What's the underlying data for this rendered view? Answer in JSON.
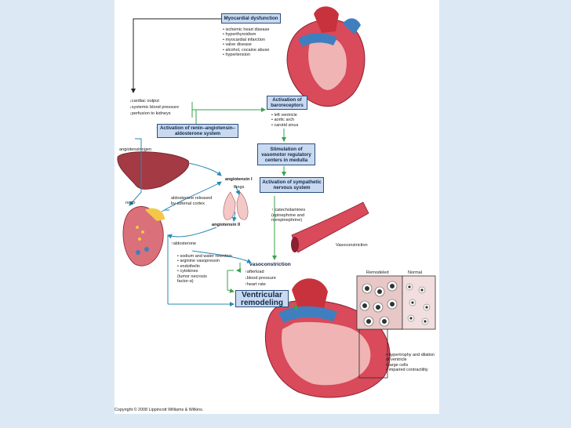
{
  "diagram": {
    "boxes": {
      "myocardial": "Myocardial dysfunction",
      "baroreceptors": "Activation of baroreceptors",
      "raas": "Activation of renin–angiotensin–aldosterone system",
      "vasomotor": "Stimulation of vasomotor regulatory centers in medulla",
      "sympathetic": "Activation of sympathetic nervous system",
      "remodeling": "Ventricular remodeling"
    },
    "causes": [
      "ischemic heart disease",
      "hyperthyroidism",
      "myocardial infarction",
      "valve disease",
      "alcohol, cocaine abuse",
      "hypertension"
    ],
    "effects": [
      "↓cardiac output",
      "↓systemic blood pressure",
      "↓perfusion to kidneys"
    ],
    "baro_sites": [
      "left ventricle",
      "aortic arch",
      "carotid sinus"
    ],
    "labels": {
      "angiotensinogen": "angiotensinogen",
      "angiotensin1": "angiotensin I",
      "lungs": "lungs",
      "aldosterone_released": "aldosterone released\nby adrenal cortex",
      "renin": "renin",
      "angiotensin2": "angiotensin II",
      "aldosterone": "↑aldosterone",
      "catecholamines": "↑ catecholamines\n(epinephrine and\nnorepinephrine)",
      "vasoconstriction_vessel": "Vasoconstriction",
      "vasoconstriction": "vasoconstriction",
      "remodeled": "Remodeled",
      "normal": "Normal"
    },
    "mediators": [
      "sodium and water retention",
      "arginine vasopressin",
      "endothelin",
      "cytokines\n(tumor necrosis\nfactor-α)"
    ],
    "vaso_effects": [
      "↑afterload",
      "↓blood pressure",
      "↑heart rate"
    ],
    "remodel_features": [
      "hypertrophy and dilation of ventricle",
      "large cells",
      "impaired contractility"
    ],
    "copyright": "Copyright © 2008 Lippincott Williams & Wilkins."
  },
  "colors": {
    "background": "#dce9f5",
    "box_fill": "#c9daf0",
    "box_border": "#2b4f7e",
    "green_arrow": "#3aa24a",
    "blue_arrow": "#2a8ab5",
    "heart_red": "#d94a5a",
    "aorta_blue": "#3f7fc0"
  }
}
